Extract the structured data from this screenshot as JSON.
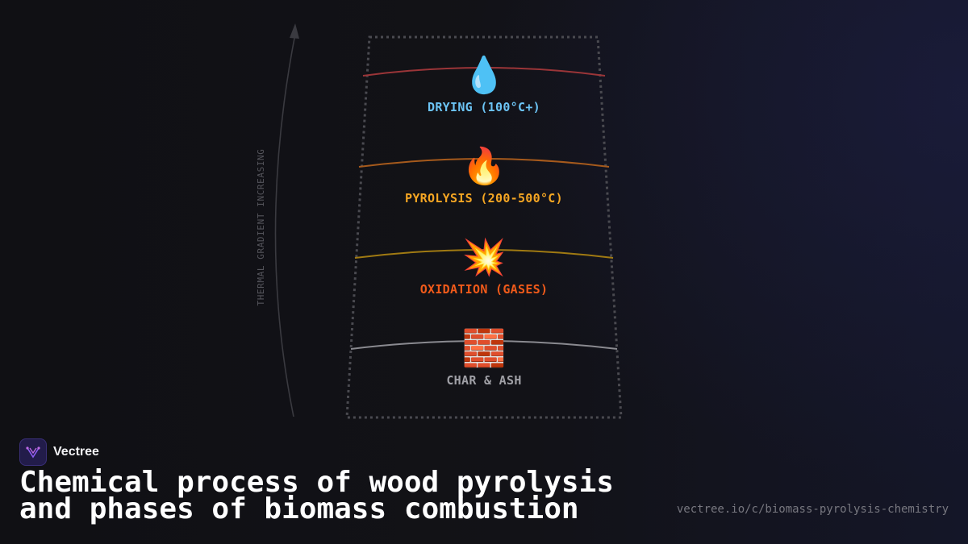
{
  "gradient_label": "THERMAL GRADIENT INCREASING",
  "phases": [
    {
      "icon": "water-droplet-icon",
      "glyph": "💧",
      "label": "DRYING (100°C+)",
      "label_color": "#6cc4f5",
      "arc_color": "#9b3538"
    },
    {
      "icon": "fire-icon",
      "glyph": "🔥",
      "label": "PYROLYSIS (200-500°C)",
      "label_color": "#f5a623",
      "arc_color": "#a65a1c"
    },
    {
      "icon": "explosion-icon",
      "glyph": "💥",
      "label": "OXIDATION (GASES)",
      "label_color": "#f05a1a",
      "arc_color": "#a07a12"
    },
    {
      "icon": "brick-icon",
      "glyph": "🧱",
      "label": "CHAR & ASH",
      "label_color": "#a0a0a6",
      "arc_color": "#8a8a90"
    }
  ],
  "brand": {
    "name": "Vectree"
  },
  "title": {
    "line1": "Chemical process of wood pyrolysis",
    "line2": "and phases of biomass combustion"
  },
  "url": "vectree.io/c/biomass-pyrolysis-chemistry"
}
